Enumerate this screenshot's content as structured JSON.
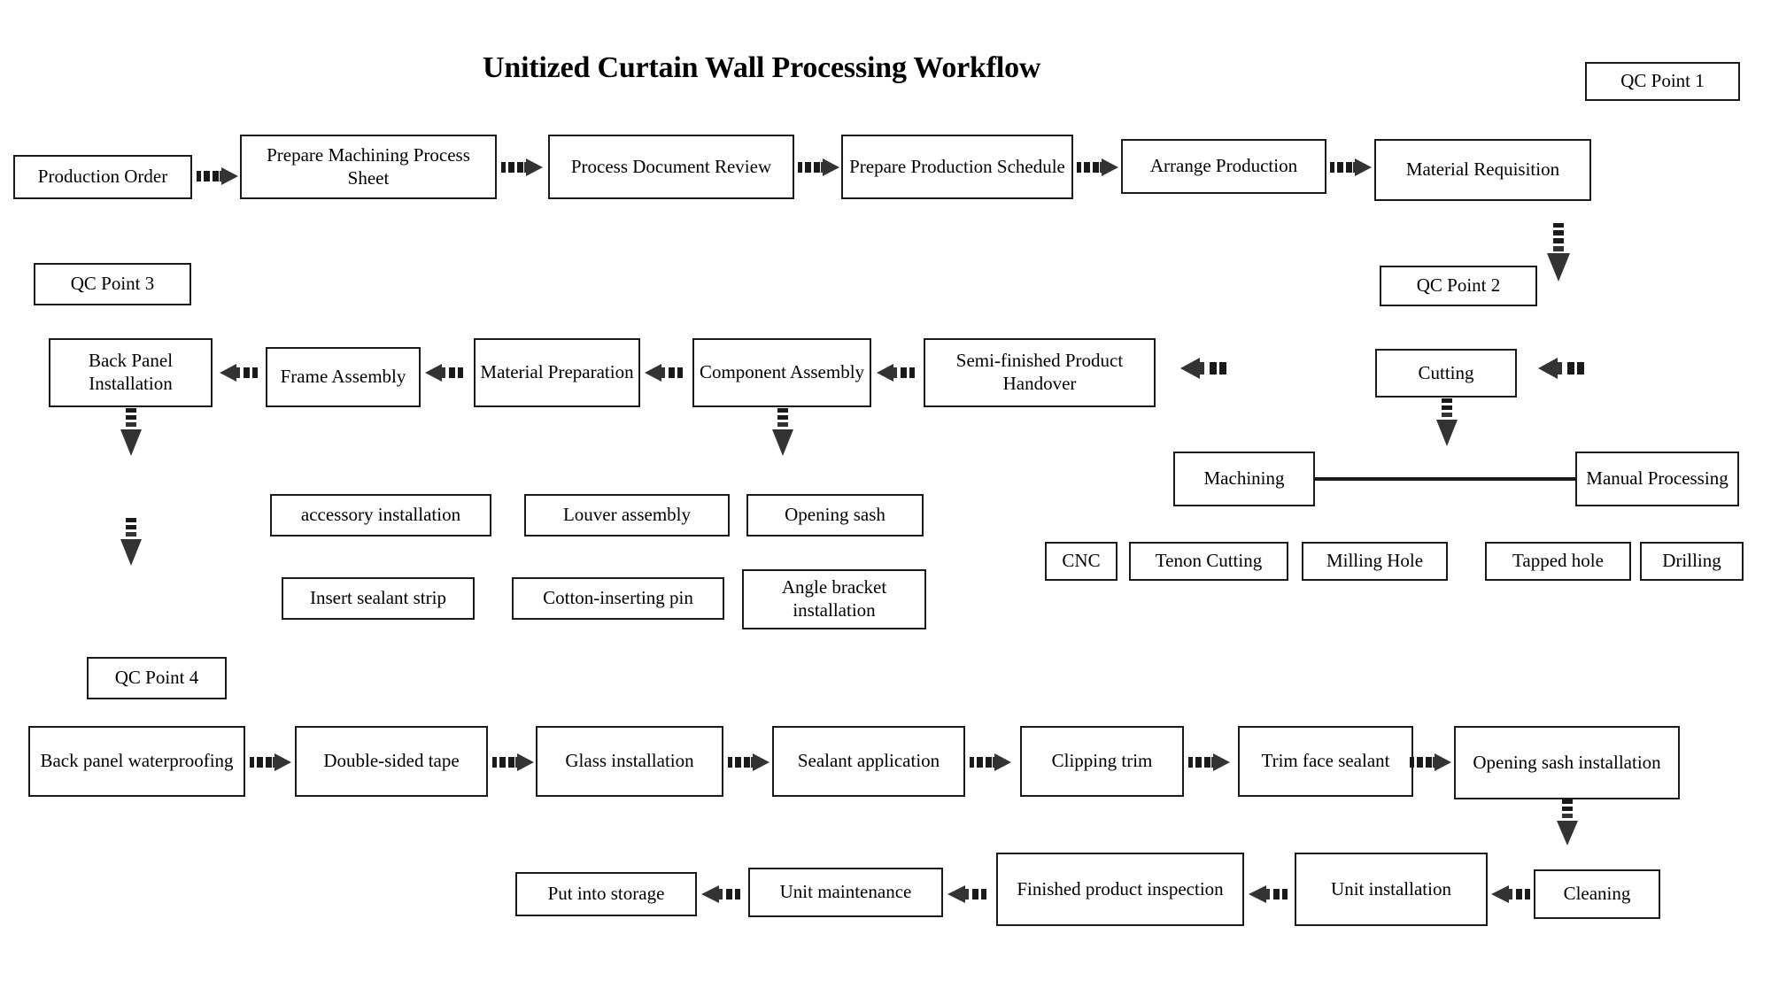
{
  "title": "Unitized Curtain Wall Processing Workflow",
  "colors": {
    "stroke": "#1a1a1a",
    "fill": "#ffffff",
    "text": "#000000"
  },
  "qc_points": [
    {
      "label": "QC Point 1"
    },
    {
      "label": "QC Point 2"
    },
    {
      "label": "QC Point 3"
    },
    {
      "label": "QC Point 4"
    }
  ],
  "row1": [
    {
      "label": "Production Order"
    },
    {
      "label": "Prepare Machining Process Sheet"
    },
    {
      "label": "Process Document Review"
    },
    {
      "label": "Prepare Production Schedule"
    },
    {
      "label": "Arrange Production"
    },
    {
      "label": "Material Requisition"
    }
  ],
  "row2": [
    {
      "label": "Back Panel Installation"
    },
    {
      "label": "Frame Assembly"
    },
    {
      "label": "Material Preparation"
    },
    {
      "label": "Component Assembly"
    },
    {
      "label": "Semi-finished Product Handover"
    },
    {
      "label": "Cutting"
    }
  ],
  "machining_branch": [
    {
      "label": "Machining"
    },
    {
      "label": "Manual Processing"
    }
  ],
  "machining_ops": [
    {
      "label": "CNC"
    },
    {
      "label": "Tenon Cutting"
    },
    {
      "label": "Milling Hole"
    }
  ],
  "manual_ops": [
    {
      "label": "Tapped hole"
    },
    {
      "label": "Drilling"
    }
  ],
  "assembly_subtasks": [
    {
      "label": "accessory installation"
    },
    {
      "label": "Louver assembly"
    },
    {
      "label": "Opening sash"
    },
    {
      "label": "Insert sealant strip"
    },
    {
      "label": "Cotton-inserting pin"
    },
    {
      "label": "Angle bracket installation"
    }
  ],
  "row3": [
    {
      "label": "Back panel waterproofing"
    },
    {
      "label": "Double-sided tape"
    },
    {
      "label": "Glass installation"
    },
    {
      "label": "Sealant application"
    },
    {
      "label": "Clipping trim"
    },
    {
      "label": "Trim face sealant"
    },
    {
      "label": "Opening sash installation"
    }
  ],
  "row4": [
    {
      "label": "Put into storage"
    },
    {
      "label": "Unit maintenance"
    },
    {
      "label": "Finished product inspection"
    },
    {
      "label": "Unit installation"
    },
    {
      "label": "Cleaning"
    }
  ]
}
